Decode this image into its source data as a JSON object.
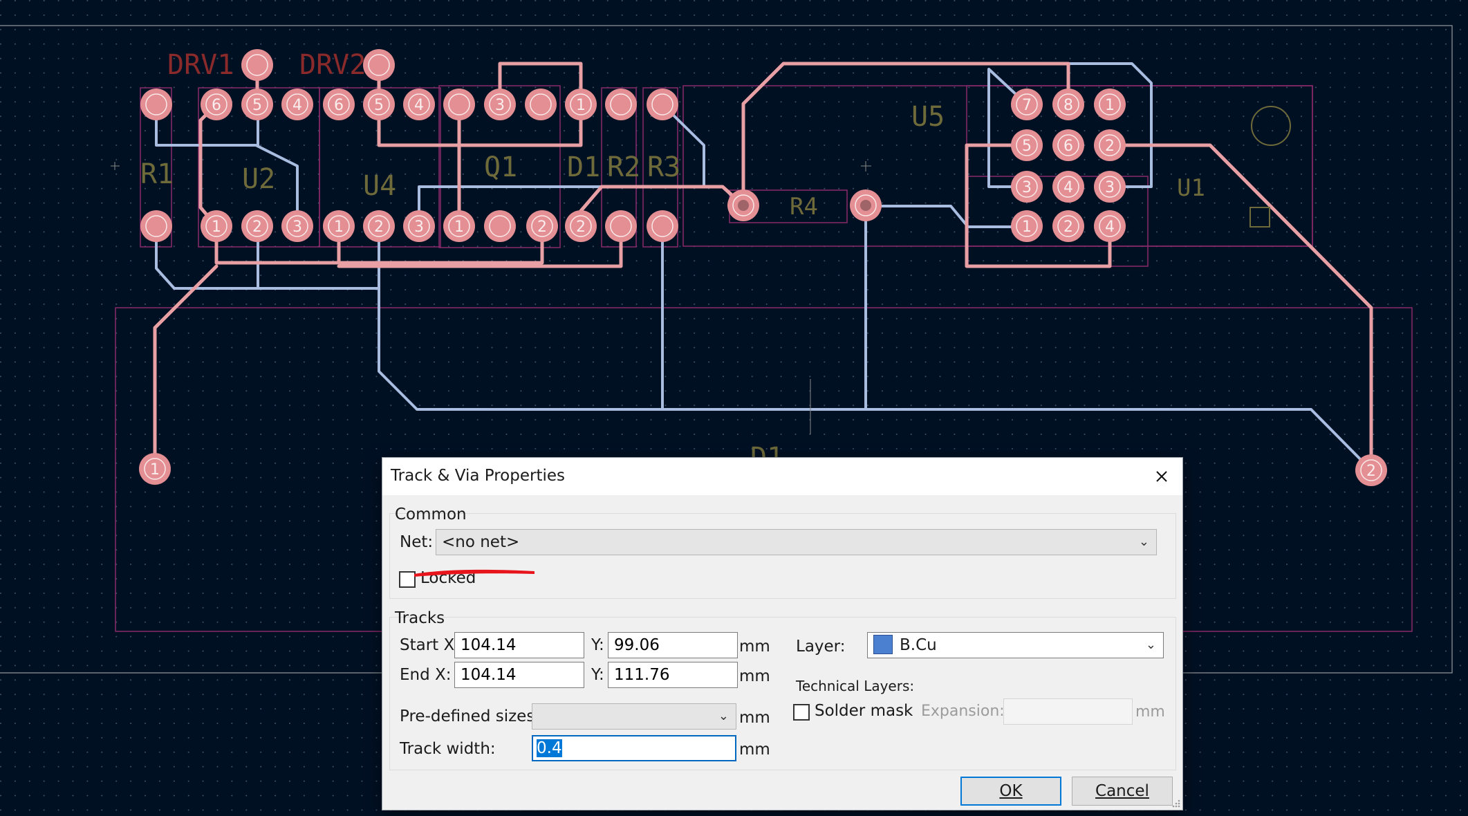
{
  "board": {
    "references": {
      "drv1": "DRV1",
      "drv2": "DRV2",
      "r1": "R1",
      "u2": "U2",
      "u4": "U4",
      "q1": "Q1",
      "d1": "D1",
      "r2": "R2",
      "r3": "R3",
      "r4": "R4",
      "u5": "U5",
      "u1": "U1",
      "d_partial": "D1"
    },
    "colors": {
      "background": "#001023",
      "front_copper": "#e8a0a4",
      "back_copper": "#a9bde1",
      "pad": "#e38f93",
      "pad_hole": "#f0a8ac",
      "silkscreen": "#8a2a2a",
      "fab_outline": "#8a2a6a",
      "courtyard_text": "#6e6a3a",
      "edge_cuts": "#c8c8c8"
    }
  },
  "dialog": {
    "title": "Track & Via Properties",
    "common_label": "Common",
    "net_label": "Net:",
    "net_value": "<no net>",
    "locked_label": "Locked",
    "locked_checked": false,
    "tracks_label": "Tracks",
    "start_x_label": "Start X:",
    "start_x": "104.14",
    "start_y_label": "Y:",
    "start_y": "99.06",
    "end_x_label": "End X:",
    "end_x": "104.14",
    "end_y_label": "Y:",
    "end_y": "111.76",
    "unit": "mm",
    "layer_label": "Layer:",
    "layer_value": "B.Cu",
    "layer_color": "#4b7fcf",
    "technical_layers_label": "Technical Layers:",
    "solder_mask_label": "Solder mask",
    "solder_mask_checked": false,
    "expansion_label": "Expansion:",
    "expansion_value": "",
    "predefined_label": "Pre-defined sizes:",
    "predefined_value": "",
    "track_width_label": "Track width:",
    "track_width": "0.4",
    "ok_label": "OK",
    "cancel_label": "Cancel",
    "annotation_color": "#e8141b"
  }
}
